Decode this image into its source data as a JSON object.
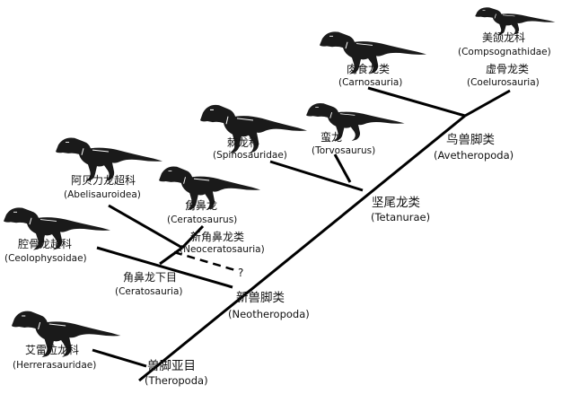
{
  "tree": {
    "root": {
      "zh": "兽脚亚目",
      "en": "(Theropoda)"
    },
    "nodes": {
      "neotheropoda": {
        "zh": "新兽脚类",
        "en": "(Neotheropoda)"
      },
      "tetanurae": {
        "zh": "坚尾龙类",
        "en": "(Tetanurae)"
      },
      "avetheropoda": {
        "zh": "鸟兽脚类",
        "en": "(Avetheropoda)"
      },
      "ceratosauria": {
        "zh": "角鼻龙下目",
        "en": "(Ceratosauria)"
      },
      "neoceratosauria": {
        "zh": "新角鼻龙类",
        "en": "(Neoceratosauria)"
      }
    },
    "taxa": [
      {
        "id": "herrerasauridae",
        "zh": "艾雷拉龙科",
        "en": "(Herrerasauridae)"
      },
      {
        "id": "coelophysoidae",
        "zh": "腔骨龙超科",
        "en": "(Ceolophysoidae)"
      },
      {
        "id": "abelisauroidea",
        "zh": "阿贝力龙超科",
        "en": "(Abelisauroidea)"
      },
      {
        "id": "ceratosaurus",
        "zh": "角鼻龙",
        "en": "(Ceratosaurus)"
      },
      {
        "id": "spinosauridae",
        "zh": "棘龙科",
        "en": "(Spinosauridae)"
      },
      {
        "id": "torvosaurus",
        "zh": "蛮龙",
        "en": "(Torvosaurus)"
      },
      {
        "id": "carnosauria",
        "zh": "肉食龙类",
        "en": "(Carnosauria)"
      },
      {
        "id": "coelurosauria",
        "zh": "虚骨龙类",
        "en": "(Coelurosauria)"
      },
      {
        "id": "compsognathidae",
        "zh": "美颌龙科",
        "en": "(Compsognathidae)"
      }
    ],
    "uncertain_mark": "?"
  },
  "icons": [
    "herrerasaurus-skeleton-icon",
    "coelophysis-skeleton-icon",
    "abelisaurus-skeleton-icon",
    "ceratosaurus-skeleton-icon",
    "spinosaurus-skeleton-icon",
    "torvosaurus-skeleton-icon",
    "carnosaur-skeleton-icon",
    "compsognathus-skeleton-icon"
  ],
  "colors": {
    "line": "#000000",
    "dash": "#000000",
    "text": "#111111"
  }
}
